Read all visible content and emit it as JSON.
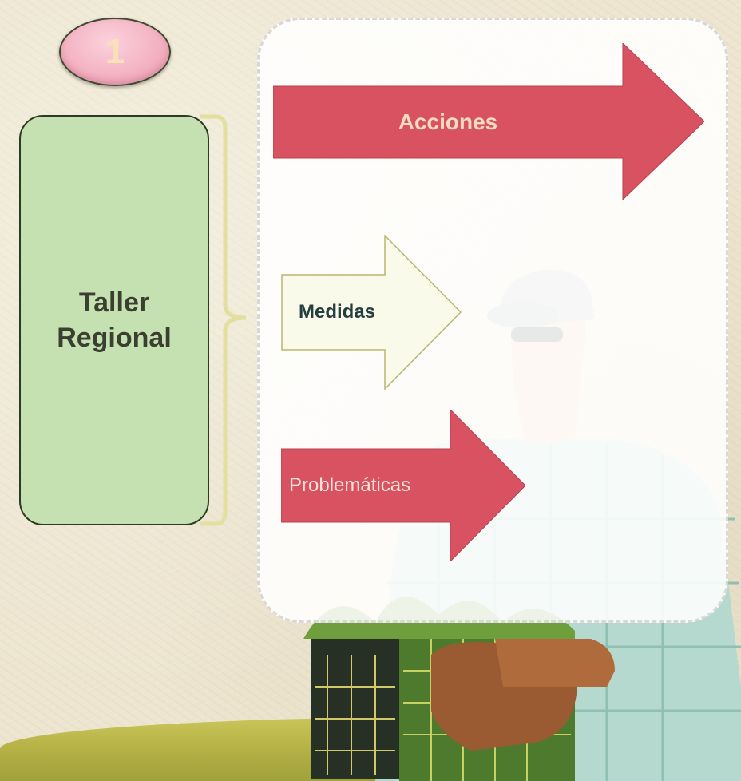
{
  "badge": {
    "number": "1"
  },
  "taller": {
    "line1": "Taller",
    "line2": "Regional"
  },
  "arrows": {
    "acciones": {
      "label": "Acciones",
      "fill": "#d85262",
      "text_color": "#f2dcc0"
    },
    "medidas": {
      "label": "Medidas",
      "fill": "#fafaeb",
      "text_color": "#243f3f"
    },
    "problematicas": {
      "label": "Problemáticas",
      "fill": "#d85262",
      "text_color": "#f8e3d6"
    }
  },
  "colors": {
    "taller_box": "#c5e0b1",
    "bracket": "#e3df9e",
    "badge": "#f4b3c3"
  }
}
